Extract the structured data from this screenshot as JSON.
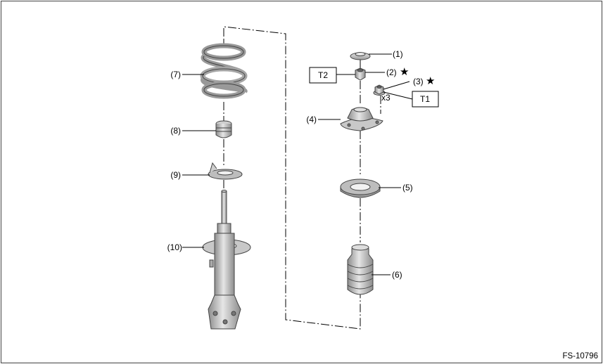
{
  "figure_id": "FS-10796",
  "star_symbol": "★",
  "callouts": {
    "c1": "(1)",
    "c2": "(2)",
    "c3": "(3)",
    "c4": "(4)",
    "c5": "(5)",
    "c6": "(6)",
    "c7": "(7)",
    "c8": "(8)",
    "c9": "(9)",
    "c10": "(10)"
  },
  "torque_labels": {
    "t1": "T1",
    "t2": "T2"
  },
  "quantity_note": "x3",
  "colors": {
    "frame": "#444444",
    "part_fill": "#d9d9d9",
    "part_shade": "#a6a6a6",
    "part_dark": "#7a7a7a",
    "line": "#000000"
  }
}
